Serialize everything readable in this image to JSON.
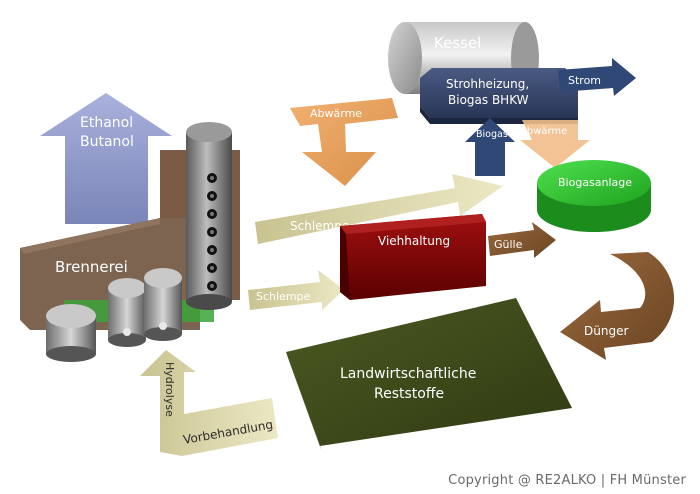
{
  "nodes": {
    "kessel": "Kessel",
    "strohheizung_line1": "Strohheizung,",
    "strohheizung_line2": "Biogas BHKW",
    "biogasanlage": "Biogasanlage",
    "viehhaltung": "Viehhaltung",
    "brennerei": "Brennerei",
    "landwirtschaftliche_line1": "Landwirtschaftliche",
    "landwirtschaftliche_line2": "Reststoffe"
  },
  "flows": {
    "strom": "Strom",
    "abwaerme_top": "Abwärme",
    "abwaerme_right": "Abwärme",
    "biogas": "Biogas",
    "ethanol": "Ethanol",
    "butanol": "Butanol",
    "schlempe_upper": "Schlempe",
    "schlempe_lower": "Schlempe",
    "guelle": "Gülle",
    "duenger": "Dünger",
    "hydrolyse": "Hydrolyse",
    "vorbehandlung": "Vorbehandlung"
  },
  "footer": {
    "copyright": "Copyright @ RE2ALKO | FH Münster"
  }
}
